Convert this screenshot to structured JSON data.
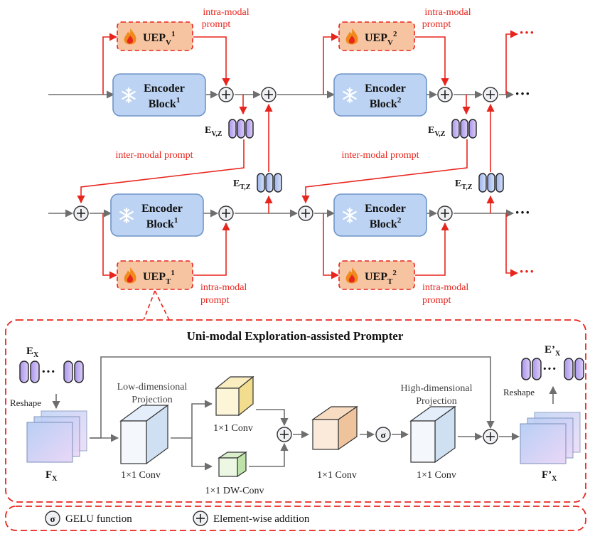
{
  "encoders": {
    "v1": {
      "line1": "Encoder",
      "line2": "Block",
      "sup": "1"
    },
    "v2": {
      "line1": "Encoder",
      "line2": "Block",
      "sup": "2"
    },
    "t1": {
      "line1": "Encoder",
      "line2": "Block",
      "sup": "1"
    },
    "t2": {
      "line1": "Encoder",
      "line2": "Block",
      "sup": "2"
    }
  },
  "prompters": {
    "v1": {
      "base": "UEP",
      "sub": "V",
      "sup": "1"
    },
    "v2": {
      "base": "UEP",
      "sub": "V",
      "sup": "2"
    },
    "t1": {
      "base": "UEP",
      "sub": "T",
      "sup": "1"
    },
    "t2": {
      "base": "UEP",
      "sub": "T",
      "sup": "2"
    }
  },
  "labels": {
    "intra_modal_1": "intra-modal",
    "intra_modal_2": "prompt",
    "inter_modal": "inter-modal prompt",
    "e_vz_base": "E",
    "e_vz_sub": "V,Z",
    "e_tz_base": "E",
    "e_tz_sub": "T,Z",
    "ellipsis": "···",
    "red_dots": "···"
  },
  "detail": {
    "title": "Uni-modal Exploration-assisted Prompter",
    "ex_base": "E",
    "ex_sub": "X",
    "fx_base": "F",
    "fx_sub": "X",
    "ex_out_base": "E’",
    "ex_out_sub": "X",
    "fx_out_base": "F’",
    "fx_out_sub": "X",
    "reshape": "Reshape",
    "low_dim_1": "Low-dimensional",
    "low_dim_2": "Projection",
    "high_dim_1": "High-dimensional",
    "high_dim_2": "Projection",
    "conv_a": "1×1 Conv",
    "conv_b": "1×1 Conv",
    "conv_c": "1×1 Conv",
    "conv_d": "1×1 Conv",
    "dw_conv": "1×1 DW-Conv",
    "sigma": "σ"
  },
  "legend": {
    "gelu": "GELU function",
    "add": "Element-wise addition",
    "sigma": "σ"
  },
  "colors": {
    "red": "#e8251d",
    "encoder_fill": "#bcd3f3",
    "encoder_stroke": "#6f95c8",
    "uep_fill": "#f6c4a1",
    "uep_stroke": "#e8251d",
    "gray": "#6e6e6e",
    "token_fill": "#c9b8ee"
  }
}
